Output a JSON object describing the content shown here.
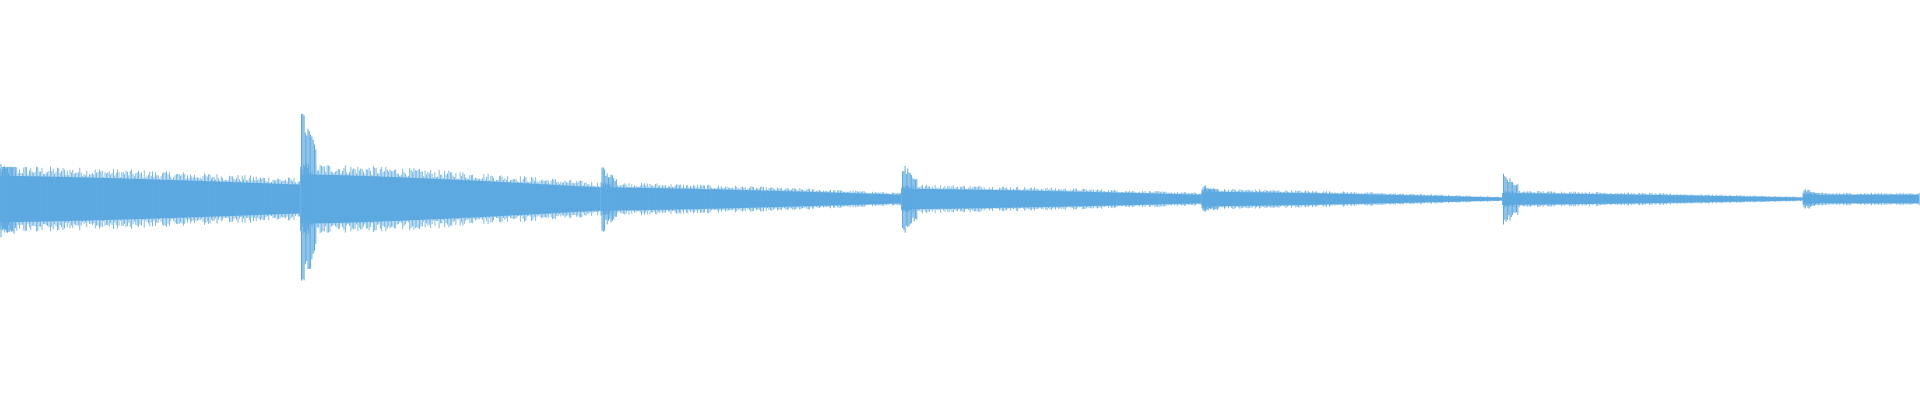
{
  "waveform": {
    "color": "#5DA9E0",
    "background": "#FFFFFF",
    "segments": [
      {
        "index": 1,
        "attack_amplitude": 0.17,
        "body_amplitude": 0.16,
        "end_amplitude": 0.1
      },
      {
        "index": 2,
        "attack_amplitude": 0.43,
        "body_amplitude": 0.17,
        "end_amplitude": 0.08
      },
      {
        "index": 3,
        "attack_amplitude": 0.16,
        "body_amplitude": 0.08,
        "end_amplitude": 0.03
      },
      {
        "index": 4,
        "attack_amplitude": 0.17,
        "body_amplitude": 0.07,
        "end_amplitude": 0.03
      },
      {
        "index": 5,
        "attack_amplitude": 0.07,
        "body_amplitude": 0.05,
        "end_amplitude": 0.01
      },
      {
        "index": 6,
        "attack_amplitude": 0.12,
        "body_amplitude": 0.04,
        "end_amplitude": 0.01
      },
      {
        "index": 7,
        "attack_amplitude": 0.05,
        "body_amplitude": 0.03,
        "end_amplitude": 0.03
      }
    ]
  }
}
